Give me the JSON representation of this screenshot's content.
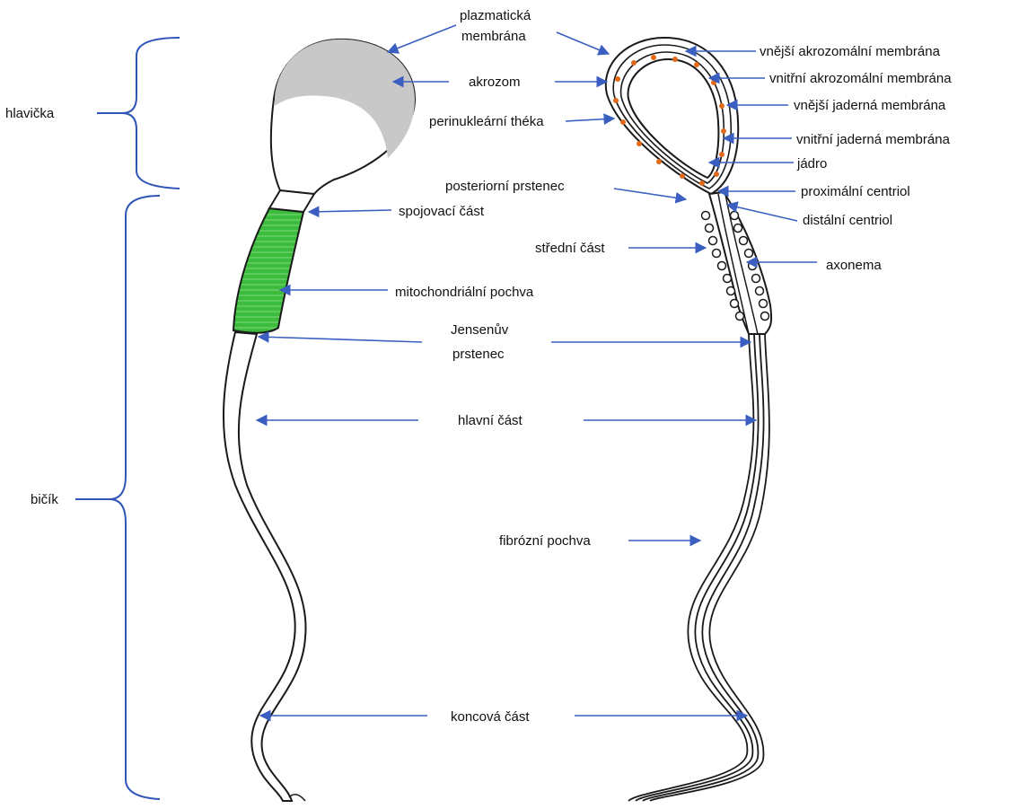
{
  "colors": {
    "arrow": "#3a5fc0",
    "outline": "#1a1a1a",
    "acrosome": "#c8c8c8",
    "mitochondria": "#3dbb3d",
    "perinuclear_dots": "#e06a1a",
    "brace": "#2f55b8"
  },
  "sections": {
    "head": "hlavička",
    "tail": "bičík"
  },
  "labels": {
    "plasma_membrane_1": "plazmatická",
    "plasma_membrane_2": "membrána",
    "acrosome": "akrozom",
    "perinuclear_theca": "perinukleární théka",
    "posterior_ring": "posteriorní prstenec",
    "connecting_piece": "spojovací část",
    "mitochondrial_sheath": "mitochondriální pochva",
    "jensen_ring_1": "Jensenův",
    "jensen_ring_2": "prstenec",
    "principal_piece": "hlavní část",
    "end_piece": "koncová část",
    "middle_piece": "střední část",
    "fibrous_sheath": "fibrózní pochva",
    "outer_acrosomal_membrane": "vnější akrozomální membrána",
    "inner_acrosomal_membrane": "vnitřní akrozomální membrána",
    "outer_nuclear_membrane": "vnější jaderná membrána",
    "inner_nuclear_membrane": "vnitřní jaderná membrána",
    "nucleus": "jádro",
    "proximal_centriole": "proximální centriol",
    "distal_centriole": "distální centriol",
    "axoneme": "axonema"
  }
}
